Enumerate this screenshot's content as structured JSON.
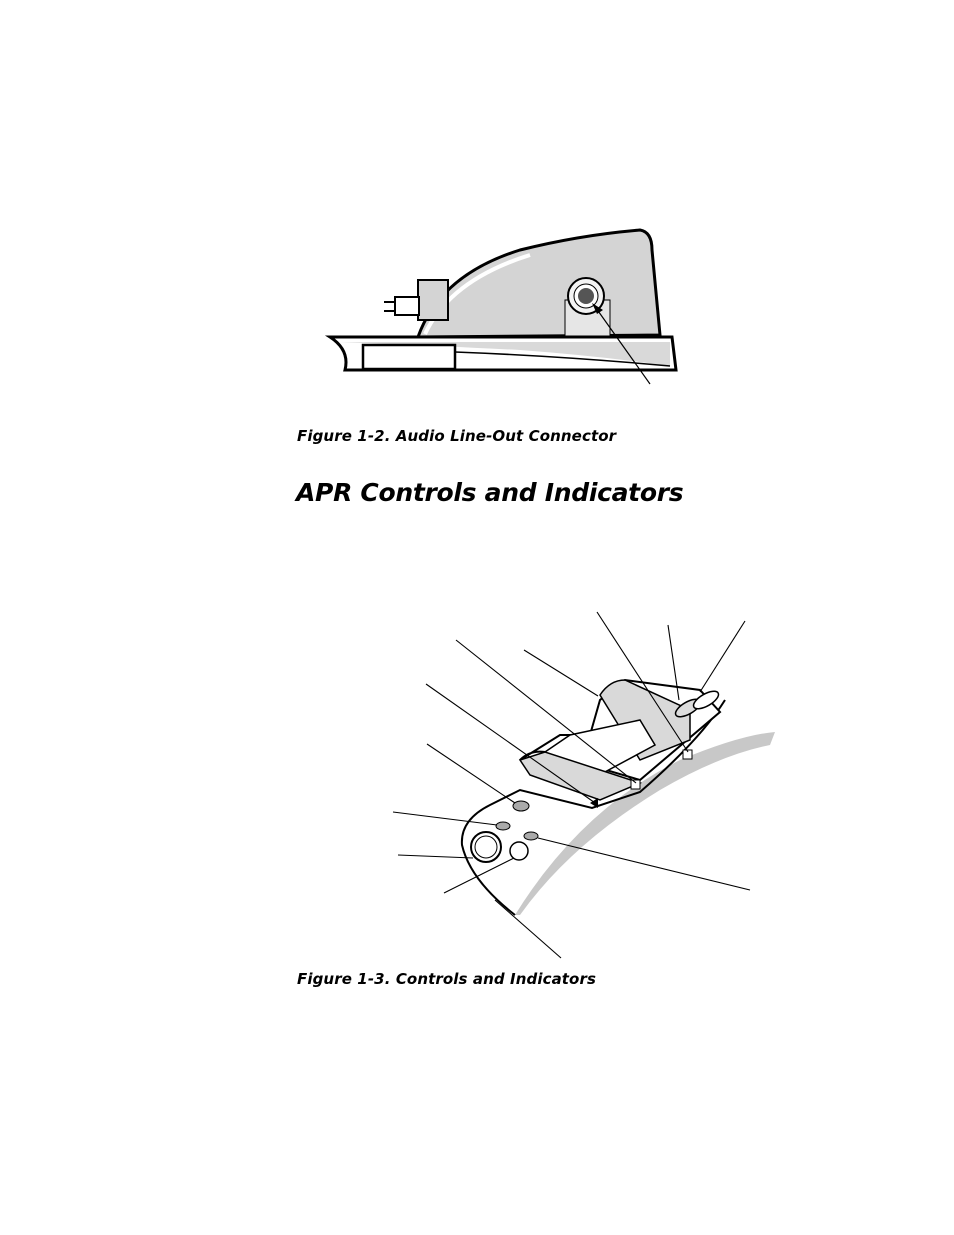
{
  "figure_1_2": {
    "caption": "Figure 1-2.  Audio Line-Out Connector"
  },
  "section": {
    "heading": "APR Controls and Indicators"
  },
  "figure_1_3": {
    "caption": "Figure 1-3.  Controls and Indicators"
  }
}
